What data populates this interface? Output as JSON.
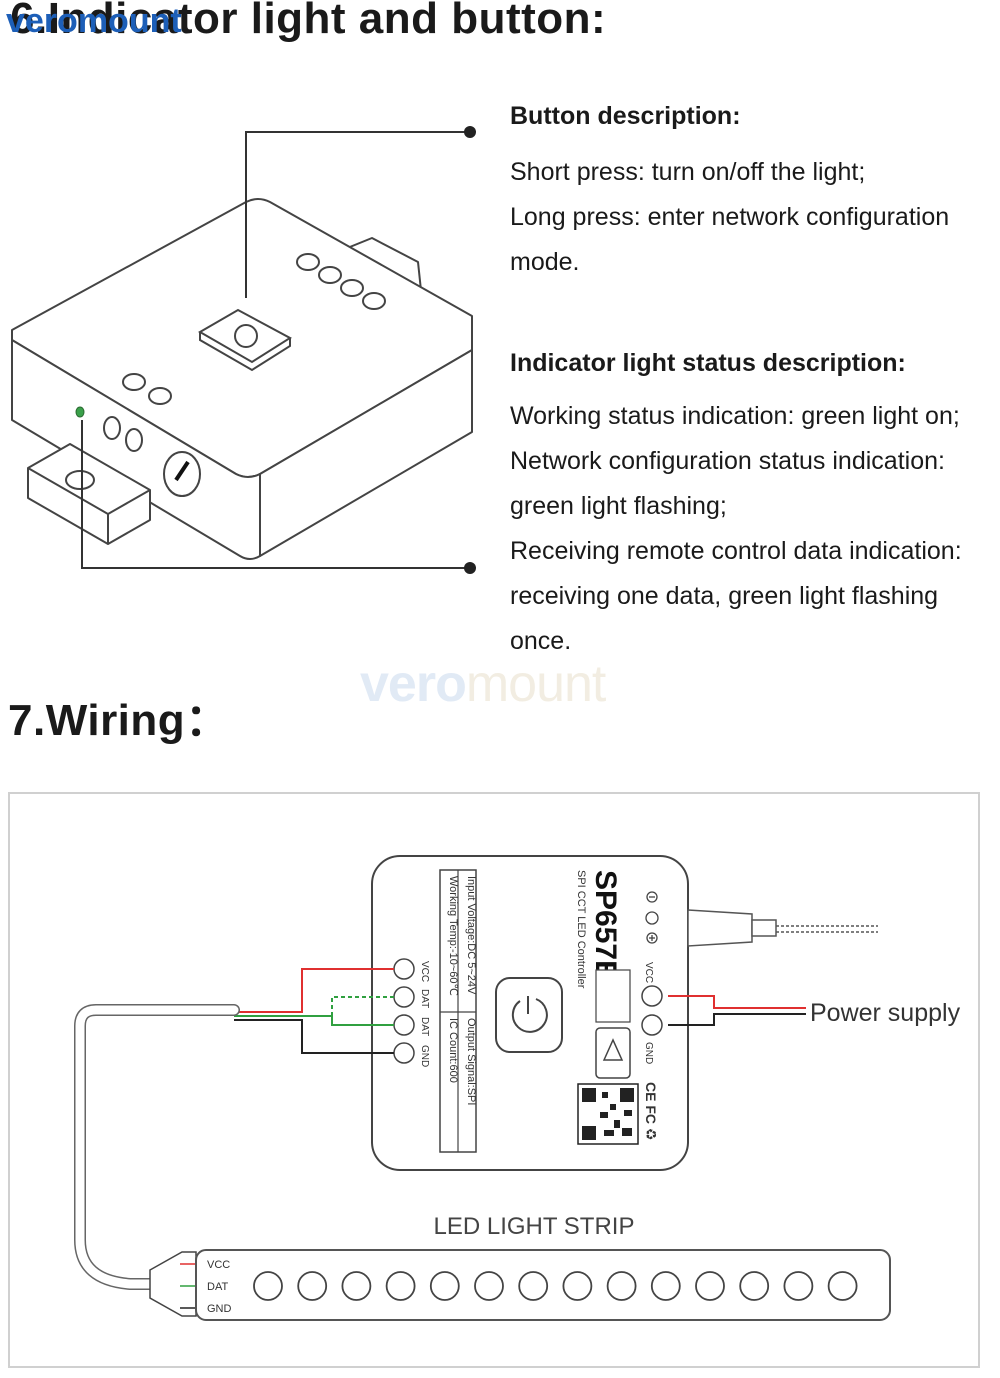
{
  "header": {
    "logo": "veromount",
    "title": "6.Indicator light and button:"
  },
  "button_section": {
    "heading": "Button description:",
    "lines": [
      "Short press: turn on/off the light;",
      "Long press: enter network configuration",
      "mode."
    ]
  },
  "indicator_section": {
    "heading": "Indicator light status description:",
    "lines": [
      "Working status indication: green light on;",
      "Network configuration status indication:",
      "green light flashing;",
      "Receiving remote control data indication:",
      "receiving one data, green light flashing",
      "once."
    ]
  },
  "watermark": "veromount",
  "wiring": {
    "title": "7.Wiring：",
    "controller_model": "SP657E",
    "controller_subtitle": "SPI CCT LED Controller",
    "spec_input": "Input Voltage:DC 5~24V",
    "spec_output": "Output Signal:SPI",
    "spec_temp": "Working Temp:-10~60℃",
    "spec_ic": "IC Count:600",
    "left_ports": [
      "VCC",
      "DAT",
      "DAT",
      "GND"
    ],
    "right_ports": [
      "VCC",
      "GND"
    ],
    "power_label": "Power supply",
    "strip_label": "LED LIGHT STRIP",
    "strip_pins": [
      "VCC",
      "DAT",
      "GND"
    ],
    "led_count": 14,
    "wire_colors": {
      "vcc": "#e03030",
      "dat": "#30a040",
      "gnd": "#222222"
    }
  }
}
